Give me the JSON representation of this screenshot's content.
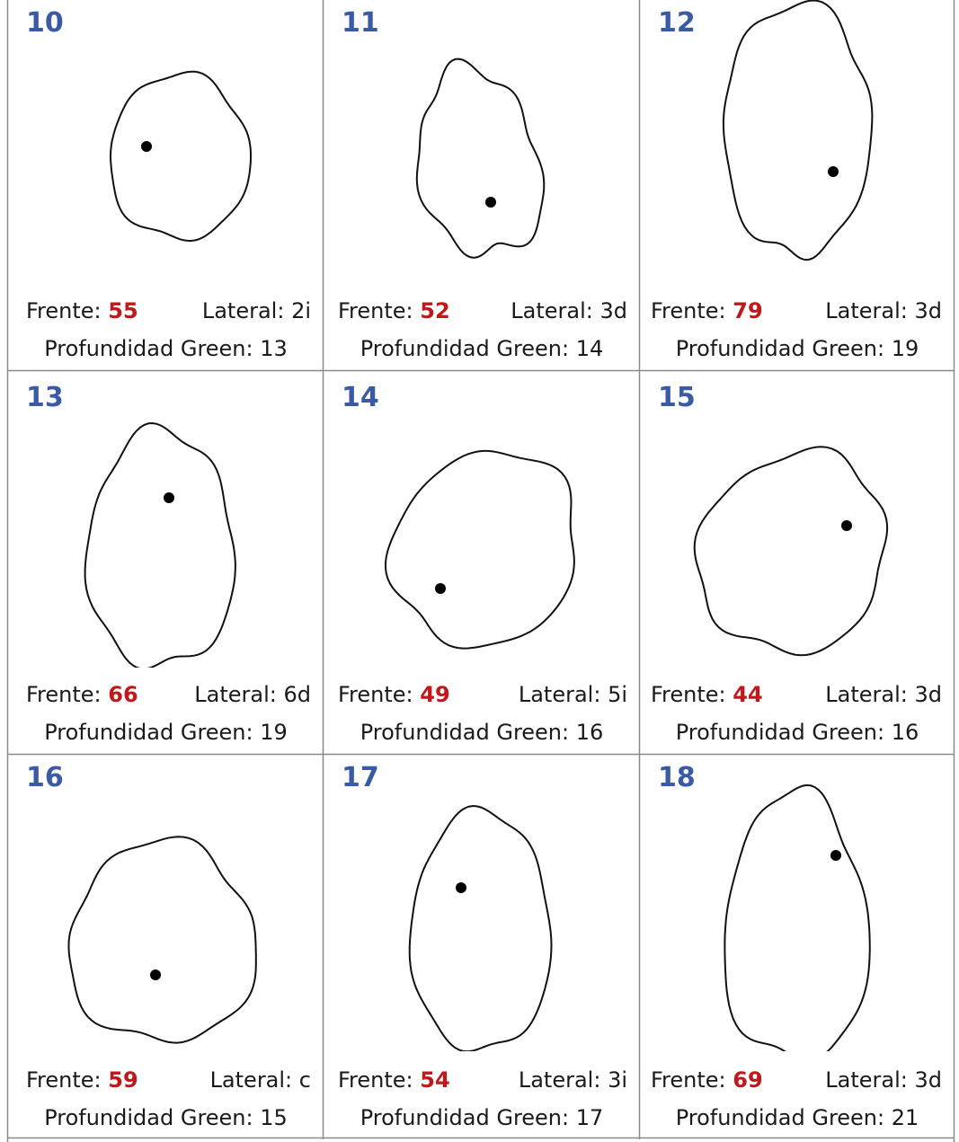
{
  "labels": {
    "frente": "Frente:",
    "lateral": "Lateral:",
    "profundidad": "Profundidad Green:"
  },
  "colors": {
    "number": "#3b5aa6",
    "frente_value": "#c0181b",
    "text": "#1a1a1a",
    "outline": "#111111"
  },
  "holes": [
    {
      "number": "10",
      "frente": "55",
      "lateral": "2i",
      "profundidad": "13"
    },
    {
      "number": "11",
      "frente": "52",
      "lateral": "3d",
      "profundidad": "14"
    },
    {
      "number": "12",
      "frente": "79",
      "lateral": "3d",
      "profundidad": "19"
    },
    {
      "number": "13",
      "frente": "66",
      "lateral": "6d",
      "profundidad": "19"
    },
    {
      "number": "14",
      "frente": "49",
      "lateral": "5i",
      "profundidad": "16"
    },
    {
      "number": "15",
      "frente": "44",
      "lateral": "3d",
      "profundidad": "16"
    },
    {
      "number": "16",
      "frente": "59",
      "lateral": "c",
      "profundidad": "15"
    },
    {
      "number": "17",
      "frente": "54",
      "lateral": "3i",
      "profundidad": "17"
    },
    {
      "number": "18",
      "frente": "69",
      "lateral": "3d",
      "profundidad": "21"
    }
  ]
}
